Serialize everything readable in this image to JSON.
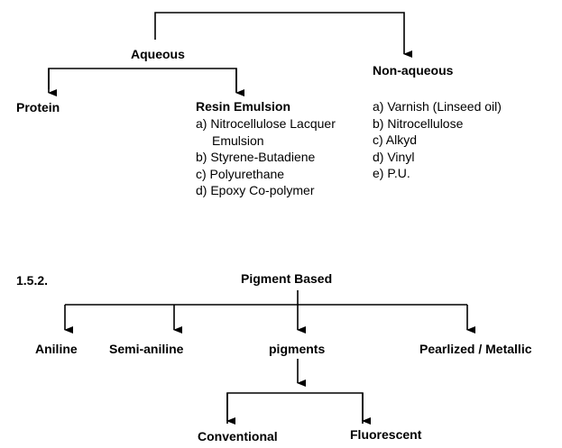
{
  "upper_tree": {
    "aqueous": "Aqueous",
    "non_aqueous": "Non-aqueous",
    "protein": "Protein",
    "resin_emulsion": "Resin Emulsion",
    "resin_items": [
      "a) Nitrocellulose Lacquer",
      "Emulsion",
      "b) Styrene-Butadiene",
      "c) Polyurethane",
      "d) Epoxy Co-polymer"
    ],
    "non_aqueous_items": [
      "a) Varnish (Linseed oil)",
      "b) Nitrocellulose",
      "c) Alkyd",
      "d) Vinyl",
      "e) P.U."
    ]
  },
  "lower_tree": {
    "section_number": "1.5.2.",
    "root": "Pigment Based",
    "aniline": "Aniline",
    "semi_aniline": "Semi-aniline",
    "pigments": "pigments",
    "pearlized": "Pearlized / Metallic",
    "conventional": "Conventional",
    "fluorescent": "Fluorescent"
  }
}
